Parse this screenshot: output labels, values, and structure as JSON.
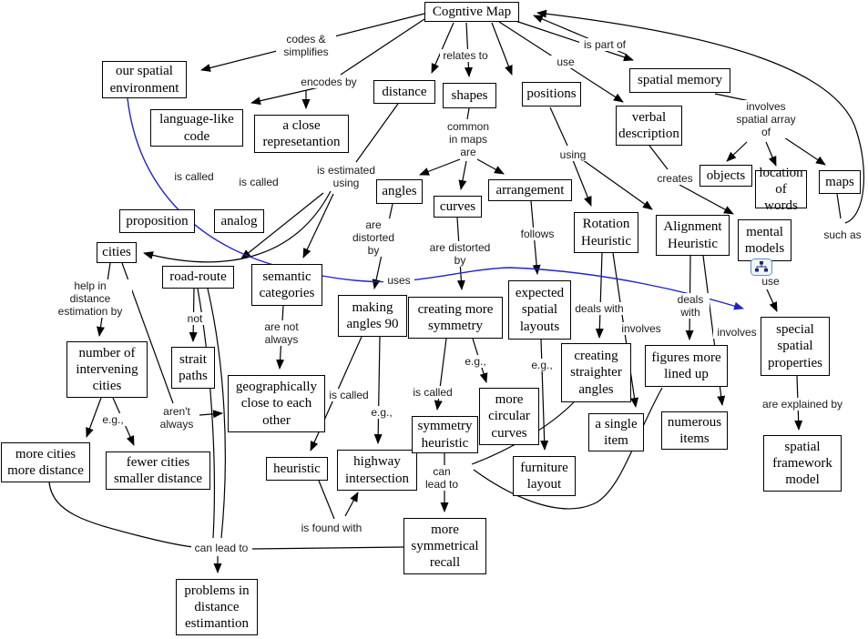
{
  "title": "Cogntive Map",
  "colors": {
    "edge": "#000000",
    "highlight": "#2222cc",
    "box_border": "#000000",
    "box_bg": "#ffffff"
  },
  "icons": {
    "mental_models_badge": "hierarchy-icon"
  },
  "nodes": {
    "cognitive_map": {
      "label": "Cogntive Map"
    },
    "our_spatial_environment": {
      "label": "our spatial\nenvironment"
    },
    "language_like_code": {
      "label": "language-like\ncode"
    },
    "a_close_represetantion": {
      "label": "a close\nrepresetantion"
    },
    "proposition": {
      "label": "proposition"
    },
    "analog": {
      "label": "analog"
    },
    "distance": {
      "label": "distance"
    },
    "shapes": {
      "label": "shapes"
    },
    "positions": {
      "label": "positions"
    },
    "spatial_memory": {
      "label": "spatial memory"
    },
    "verbal_description": {
      "label": "verbal\ndescription"
    },
    "objects": {
      "label": "objects"
    },
    "location_of_words": {
      "label": "location\nof words"
    },
    "maps": {
      "label": "maps"
    },
    "mental_models": {
      "label": "mental\nmodels"
    },
    "rotation_heuristic": {
      "label": "Rotation\nHeuristic"
    },
    "alignment_heuristic": {
      "label": "Alignment\nHeuristic"
    },
    "angles": {
      "label": "angles"
    },
    "curves": {
      "label": "curves"
    },
    "arrangement": {
      "label": "arrangement"
    },
    "cities": {
      "label": "cities"
    },
    "road_route": {
      "label": "road-route"
    },
    "semantic_categories": {
      "label": "semantic\ncategories"
    },
    "making_angles_90": {
      "label": "making\nangles 90"
    },
    "creating_more_symmetry": {
      "label": "creating more\nsymmetry"
    },
    "expected_spatial_layouts": {
      "label": "expected\nspatial\nlayouts"
    },
    "number_of_intervening_cities": {
      "label": "number of\nintervening\ncities"
    },
    "strait_paths": {
      "label": "strait\npaths"
    },
    "geographically_close": {
      "label": "geographically\nclose to each\nother"
    },
    "more_cities_more_distance": {
      "label": "more cities\nmore distance"
    },
    "fewer_cities_smaller_distance": {
      "label": "fewer cities\nsmaller distance"
    },
    "heuristic": {
      "label": "heuristic"
    },
    "highway_intersection": {
      "label": "highway\nintersection"
    },
    "symmetry_heuristic": {
      "label": "symmetry\nheuristic"
    },
    "more_circular_curves": {
      "label": "more\ncircular\ncurves"
    },
    "more_symmetrical_recall": {
      "label": "more\nsymmetrical\nrecall"
    },
    "furniture_layout": {
      "label": "furniture\nlayout"
    },
    "creating_straighter_angles": {
      "label": "creating\nstraighter\nangles"
    },
    "a_single_item": {
      "label": "a single\nitem"
    },
    "figures_more_lined_up": {
      "label": "figures more\nlined up"
    },
    "numerous_items": {
      "label": "numerous\nitems"
    },
    "special_spatial_properties": {
      "label": "special\nspatial\nproperties"
    },
    "spatial_framework_model": {
      "label": "spatial\nframework\nmodel"
    },
    "problems_in_distance": {
      "label": "problems in\ndistance\nestimantion"
    }
  },
  "edge_labels": {
    "codes_simplifies": "codes &\nsimplifies",
    "encodes_by": "encodes by",
    "relates_to": "relates to",
    "use_top": "use",
    "is_part_of": "is part of",
    "involves_spatial_array": "involves\nspatial array\nof",
    "creates": "creates",
    "such_as": "such as",
    "is_called_1": "is called",
    "is_called_2": "is called",
    "is_estimated_using": "is estimated\nusing",
    "common_in_maps_are": "common\nin maps\nare",
    "using": "using",
    "are_distorted_by_1": "are\ndistorted\nby",
    "are_distorted_by_2": "are distorted\nby",
    "follows": "follows",
    "uses": "uses",
    "help_in_distance": "help in\ndistance\nestimation by",
    "not": "not",
    "arent_always": "aren't\nalways",
    "eg_1": "e.g.,",
    "are_not_always": "are not\nalways",
    "is_called_3": "is called",
    "eg_2": "e.g.,",
    "is_called_4": "is called",
    "eg_3": "e.g.,",
    "eg_4": "e.g.,",
    "can_lead_to_1": "can\nlead to",
    "can_lead_to_2": "can lead to",
    "is_found_with": "is found with",
    "deals_with_1": "deals with",
    "involves_1": "involves",
    "deals_with_2": "deals\nwith",
    "involves_2": "involves",
    "use_mental": "use",
    "are_explained_by": "are explained by"
  }
}
